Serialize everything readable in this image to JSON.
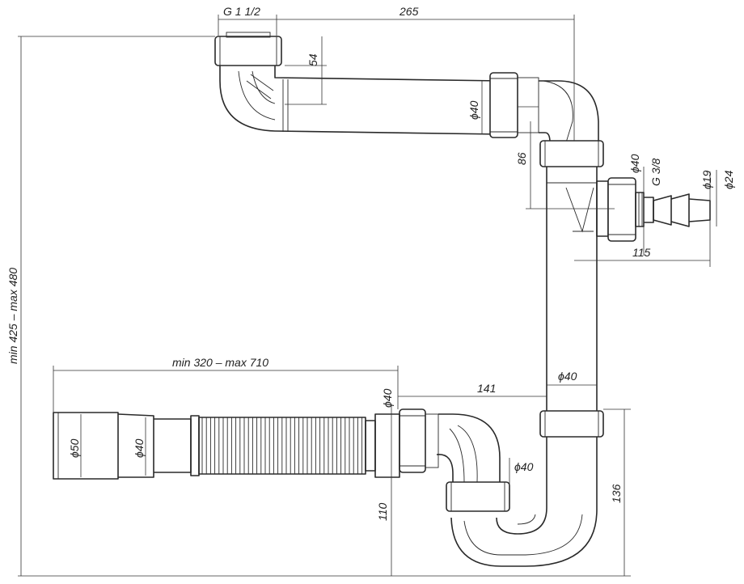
{
  "dimensions": {
    "thread_top": "G 1 1/2",
    "width_top": "265",
    "rise_54": "54",
    "dia_top_pipe": "ϕ40",
    "drop_86": "86",
    "height_range": "min 425 – max 480",
    "dia_branch": "ϕ40",
    "thread_branch": "G 3/8",
    "dia_nozzle_19": "ϕ19",
    "dia_nozzle_24": "ϕ24",
    "offset_115": "115",
    "hose_range": "min 320 – max 710",
    "dia_vertical": "ϕ40",
    "offset_141": "141",
    "dia_hose_in": "ϕ40",
    "dia_end_50": "ϕ50",
    "dia_end_40": "ϕ40",
    "dia_trap": "ϕ40",
    "height_110": "110",
    "height_136": "136"
  }
}
